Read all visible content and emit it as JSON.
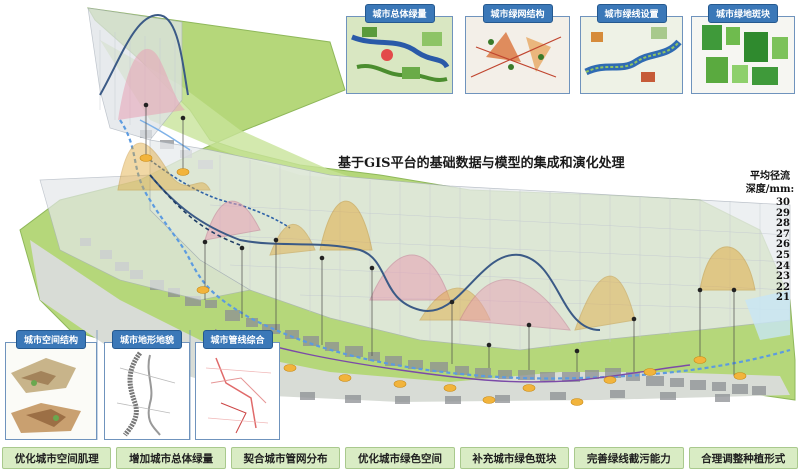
{
  "title": "基于GIS平台的基础数据与模型的集成和演化处理",
  "scale": {
    "title_line1": "平均径流",
    "title_line2": "深度/mm:",
    "values": [
      "30",
      "29",
      "28",
      "27",
      "26",
      "25",
      "24",
      "23",
      "22",
      "21"
    ]
  },
  "top_panels": [
    {
      "label": "城市总体绿量"
    },
    {
      "label": "城市绿网结构"
    },
    {
      "label": "城市绿线设置"
    },
    {
      "label": "城市绿地斑块"
    }
  ],
  "left_panels": [
    {
      "label": "城市空间结构"
    },
    {
      "label": "城市地形地貌"
    },
    {
      "label": "城市管线综合"
    }
  ],
  "bottom_labels": [
    "优化城市空间肌理",
    "增加城市总体绿量",
    "契合城市管网分布",
    "优化城市绿色空间",
    "补充城市绿色斑块",
    "完善绿线截污能力",
    "合理调整种植形式"
  ],
  "colors": {
    "green_land": "#b5d77a",
    "curtain": "#e9ecef",
    "curve_blue": "#3b5a86",
    "curve_pink": "#e8a0b4",
    "curve_orange": "#e1a93a",
    "panel_title": "#3b78b8",
    "bottom_label_bg": "#d9ecc4",
    "node_orange": "#f2b43c"
  }
}
